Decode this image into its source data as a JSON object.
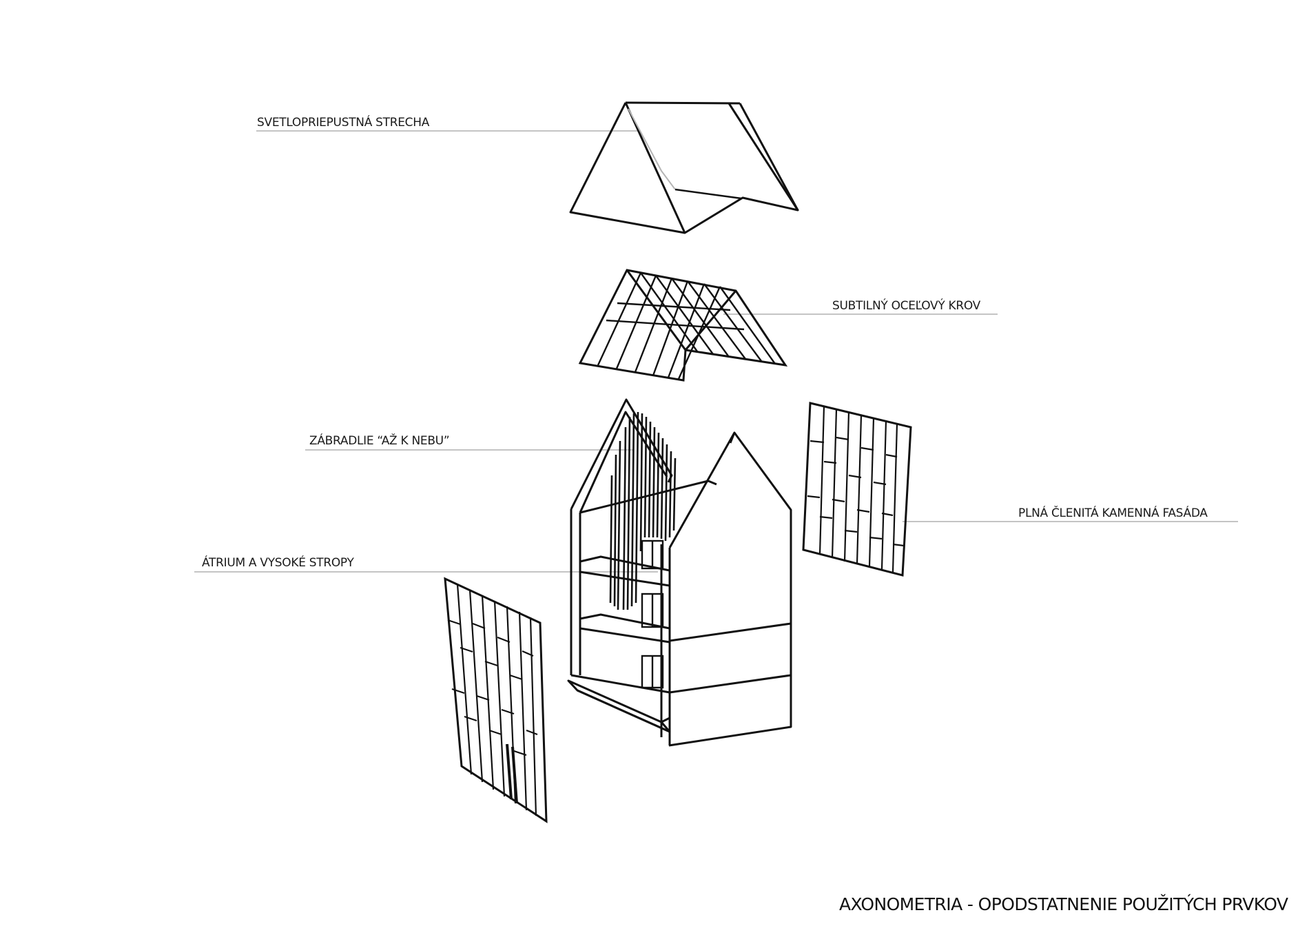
{
  "labels": {
    "roof": "SVETLOPRIEPUSTNÁ STRECHA",
    "truss": "SUBTILNÝ OCEĽOVÝ KROV",
    "railing": "ZÁBRADLIE “AŽ K NEBU”",
    "facade": "PLNÁ ČLENITÁ KAMENNÁ FASÁDA",
    "atrium": "ÁTRIUM A VYSOKÉ STROPY"
  },
  "title": "AXONOMETRIA - OPODSTATNENIE POUŽITÝCH PRVKOV",
  "colors": {
    "line": "#111111",
    "leader": "#9a9a9a",
    "background": "#ffffff"
  }
}
